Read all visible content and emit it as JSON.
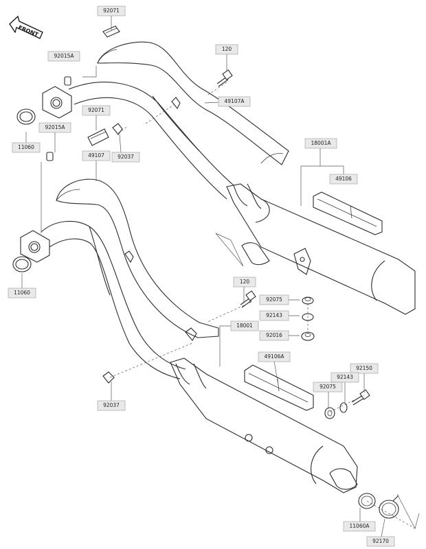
{
  "front_label": "FRONT",
  "part_labels": {
    "p92071_top": "92071",
    "p92015a_top": "92015A",
    "p120_top": "120",
    "p49107a": "49107A",
    "p11060_top": "11060",
    "p92015a_mid": "92015A",
    "p92071_mid": "92071",
    "p92037_top": "92037",
    "p49107": "49107",
    "p18001a": "18001A",
    "p49106": "49106",
    "p11060_bot": "11060",
    "p120_mid": "120",
    "p92075_top": "92075",
    "p92143_top": "92143",
    "p92016": "92016",
    "p18001": "18001",
    "p49106a": "49106A",
    "p92150": "92150",
    "p92143_bot": "92143",
    "p92075_bot": "92075",
    "p92037_bot": "92037",
    "p11060a": "11060A",
    "p92170": "92170"
  }
}
